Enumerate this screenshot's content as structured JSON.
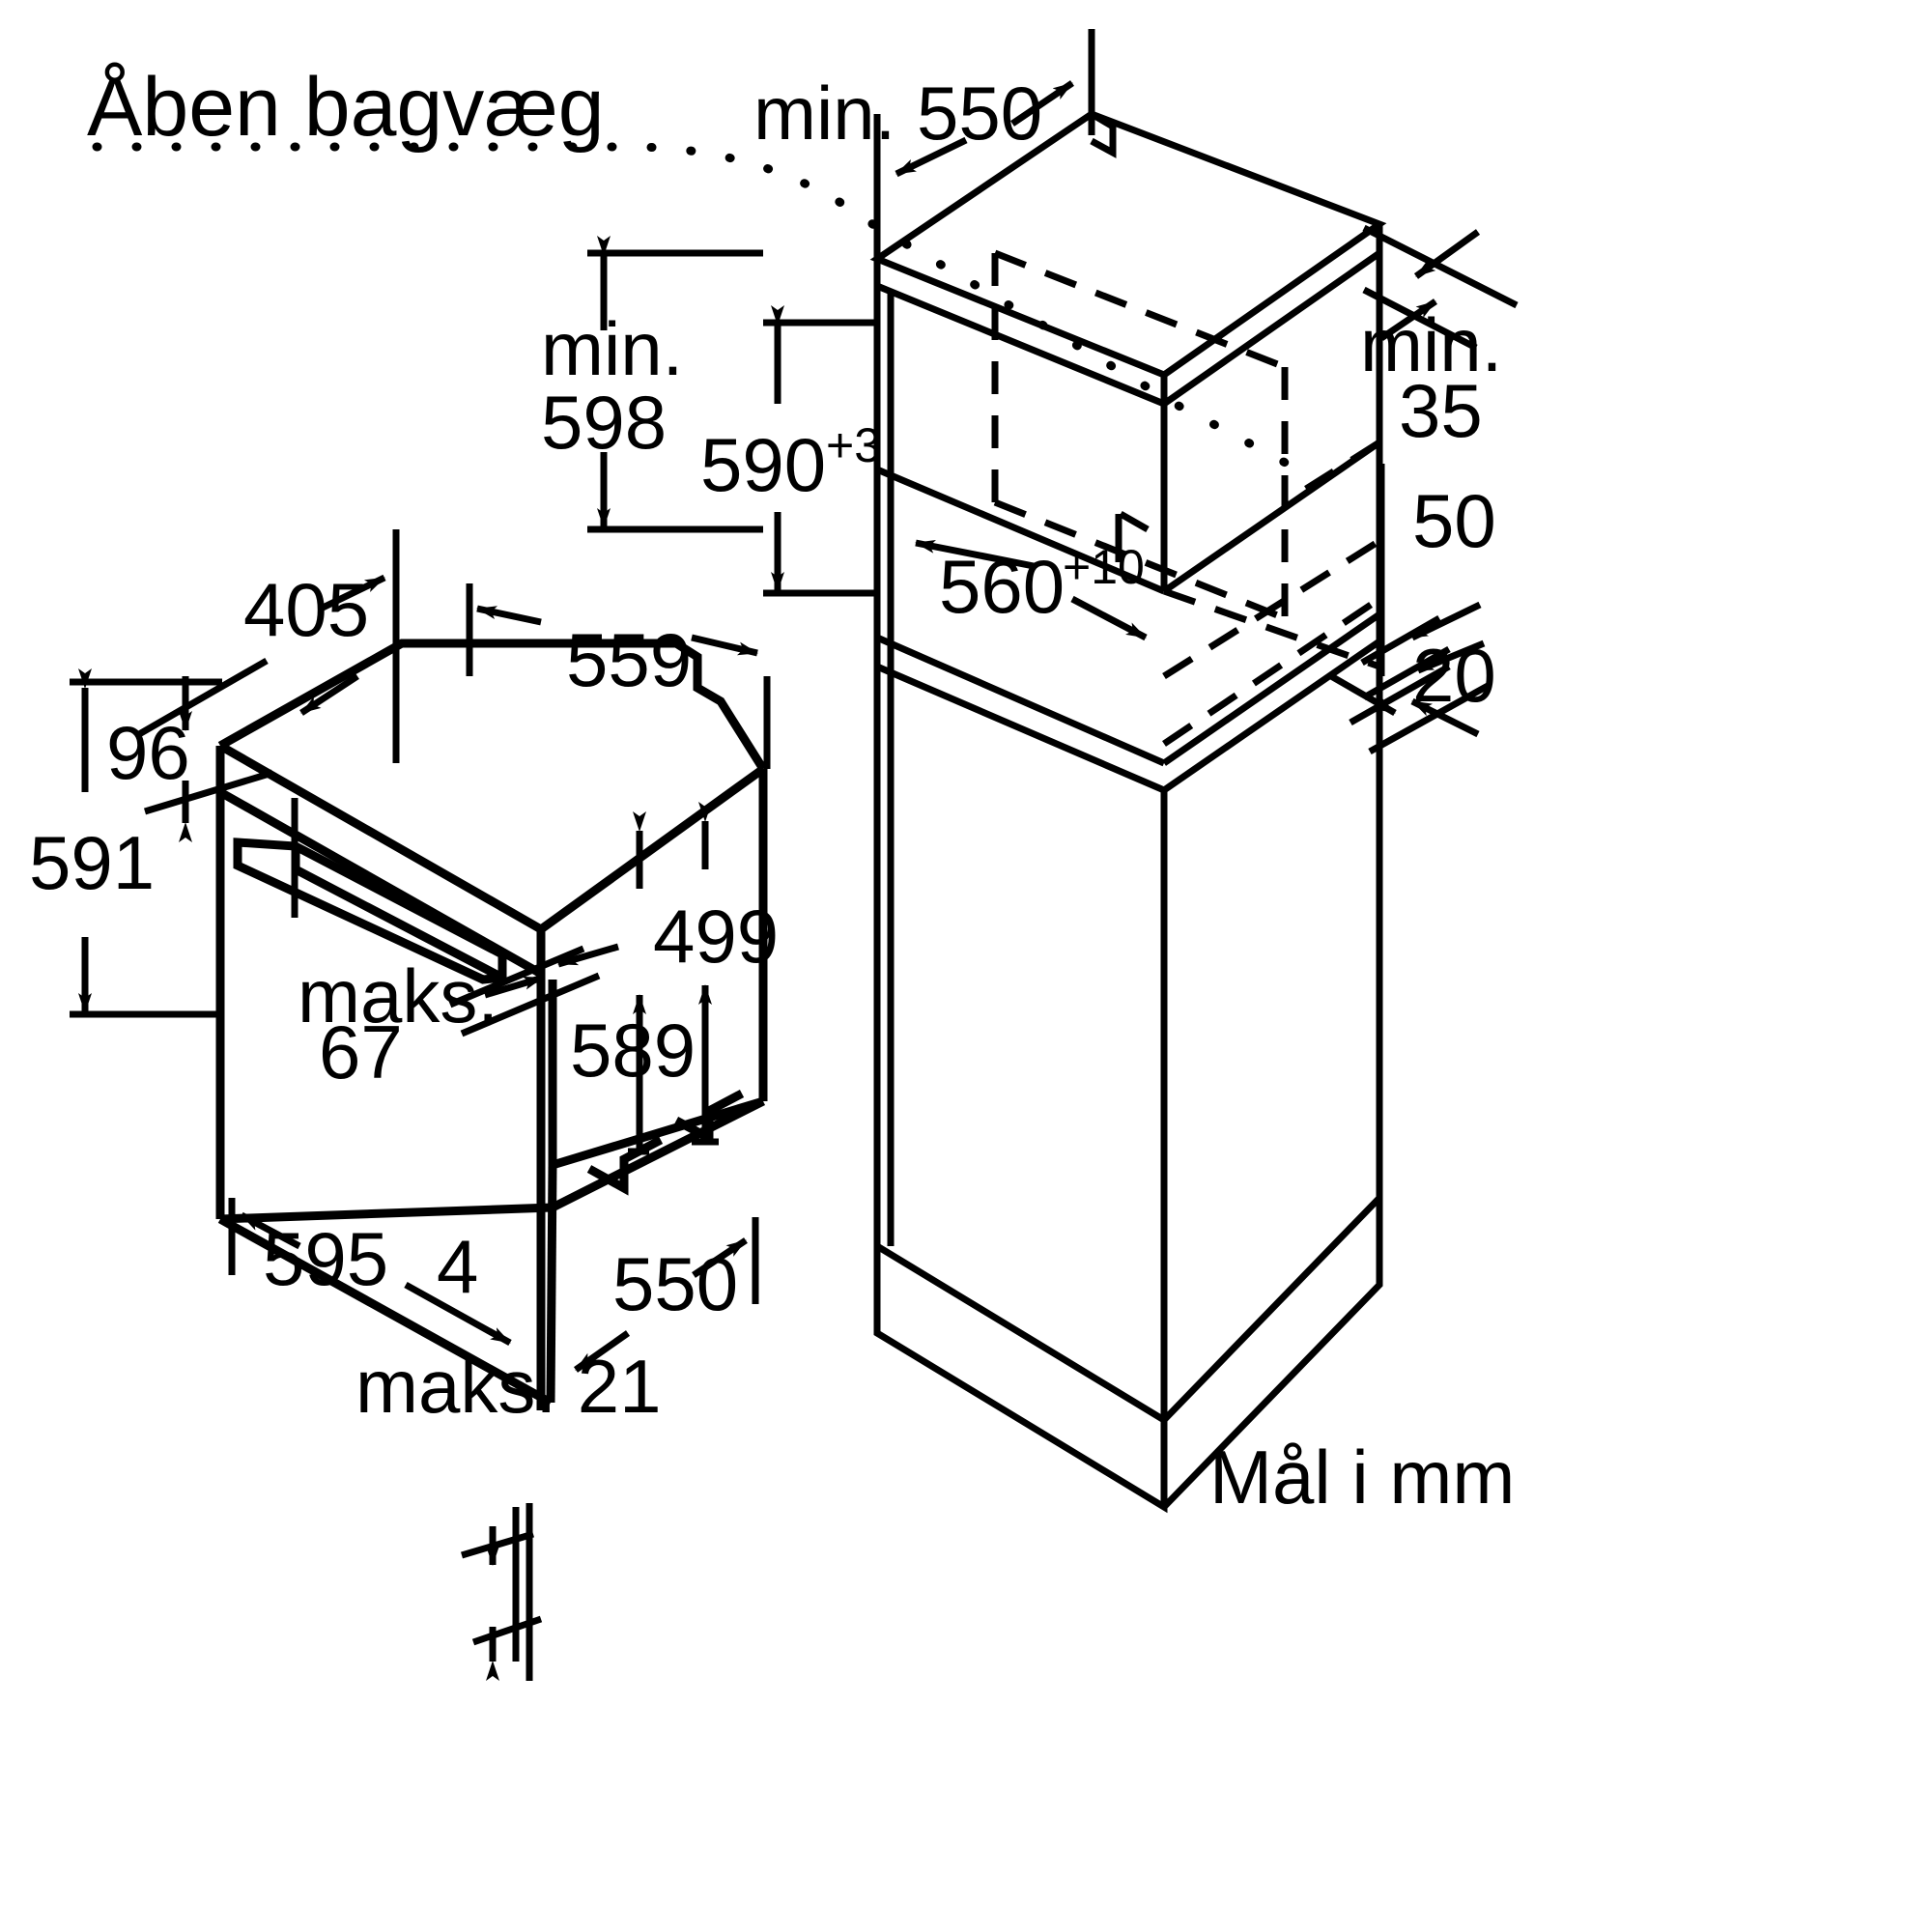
{
  "document": {
    "title": "Åben bagvæg",
    "units_note": "Mål i mm",
    "language": "da",
    "type": "installation-dimension-drawing",
    "product": "built-in oven"
  },
  "colors": {
    "line": "#000000",
    "background": "#ffffff"
  },
  "annotations": {
    "open_back_wall": "Åben bagvæg",
    "units": "Mål i mm"
  },
  "dimensions": {
    "cabinet": [
      {
        "id": "min-550",
        "value": "min. 550",
        "text": "min. 550",
        "number": 550,
        "qualifier": "min"
      },
      {
        "id": "min-598",
        "value": "min.\n598",
        "line1": "min.",
        "line2": "598",
        "number": 598,
        "qualifier": "min"
      },
      {
        "id": "590plus3",
        "value": "590+3",
        "base": "590",
        "tolerance": "+3",
        "number": 590
      },
      {
        "id": "560plus10",
        "value": "560+10",
        "base": "560",
        "tolerance": "+10",
        "number": 560
      },
      {
        "id": "min-35",
        "value": "min. 35",
        "line1": "min.",
        "line2": "35",
        "number": 35,
        "qualifier": "min"
      },
      {
        "id": "d-50",
        "value": "50",
        "number": 50
      },
      {
        "id": "d-20",
        "value": "20",
        "number": 20
      }
    ],
    "appliance": [
      {
        "id": "d-405",
        "value": "405",
        "number": 405
      },
      {
        "id": "d-559",
        "value": "559",
        "number": 559
      },
      {
        "id": "d-96",
        "value": "96",
        "number": 96
      },
      {
        "id": "d-591",
        "value": "591",
        "number": 591
      },
      {
        "id": "d-499",
        "value": "499",
        "number": 499
      },
      {
        "id": "d-589",
        "value": "589",
        "number": 589
      },
      {
        "id": "maks-67",
        "value": "maks. 67",
        "line1": "maks.",
        "line2": "67",
        "number": 67,
        "qualifier": "maks"
      },
      {
        "id": "d-595",
        "value": "595",
        "number": 595
      },
      {
        "id": "d-4",
        "value": "4",
        "number": 4
      },
      {
        "id": "d-550",
        "value": "550",
        "number": 550
      },
      {
        "id": "maks-21",
        "value": "maks. 21",
        "number": 21,
        "qualifier": "maks"
      }
    ]
  },
  "labels": {
    "open_back_wall": "Åben bagvæg",
    "min_550": "min. 550",
    "min_line": "min.",
    "v598": "598",
    "v590": "590",
    "sup3": "+3",
    "v560": "560",
    "sup10": "+10",
    "min_35_word": "min.",
    "v35": "35",
    "v50": "50",
    "v20": "20",
    "v405": "405",
    "v559": "559",
    "v96": "96",
    "v591": "591",
    "v499": "499",
    "v589": "589",
    "maks_word": "maks.",
    "v67": "67",
    "v595": "595",
    "v4": "4",
    "v550": "550",
    "maks_21": "maks. 21",
    "units": "Mål i mm"
  }
}
